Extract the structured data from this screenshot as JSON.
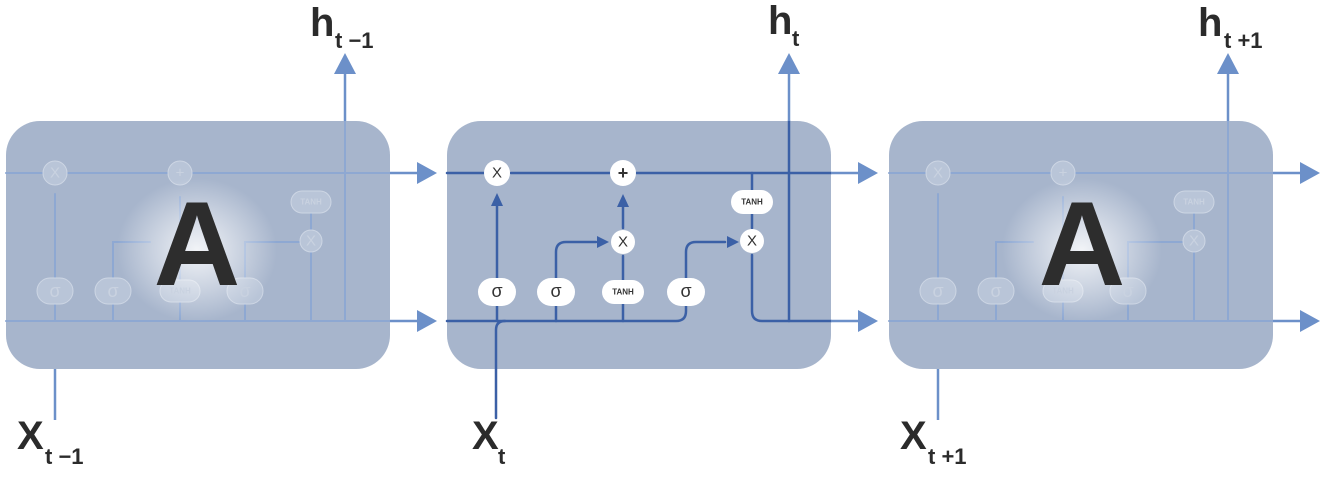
{
  "colors": {
    "cell_fill": "#a7b5cc",
    "active_line": "#3b60a6",
    "ghost_line": "#7d9acb",
    "arrow": "#6c90c9",
    "node_fill": "#ffffff",
    "ghost_node_fill": "#b9c5d8"
  },
  "cells": [
    {
      "id": "prev",
      "label_a": "A",
      "output_h": "h",
      "output_sub": "t −1",
      "input_x": "X",
      "input_sub": "t −1"
    },
    {
      "id": "current",
      "output_h": "h",
      "output_sub": "t",
      "input_x": "X",
      "input_sub": "t"
    },
    {
      "id": "next",
      "label_a": "A",
      "output_h": "h",
      "output_sub": "t +1",
      "input_x": "X",
      "input_sub": "t +1"
    }
  ],
  "ops": {
    "multiply": "X",
    "add": "+",
    "tanh": "TANH",
    "sigma": "σ"
  }
}
